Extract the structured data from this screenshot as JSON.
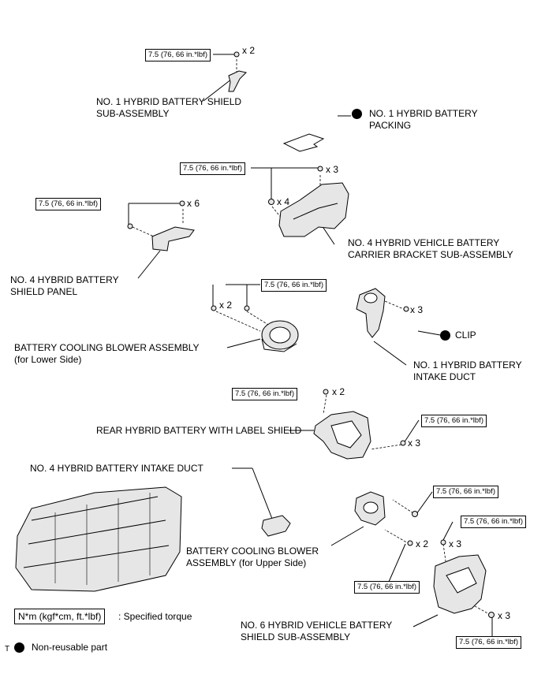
{
  "torque": "7.5 (76, 66 in.*lbf)",
  "quantities": {
    "x2": "x 2",
    "x3": "x 3",
    "x4": "x 4",
    "x6": "x 6"
  },
  "parts": {
    "shield_sub": "NO. 1 HYBRID BATTERY SHIELD\nSUB-ASSEMBLY",
    "packing": "NO. 1 HYBRID BATTERY\nPACKING",
    "carrier_bracket": "NO. 4 HYBRID VEHICLE BATTERY\nCARRIER BRACKET SUB-ASSEMBLY",
    "shield_panel": "NO. 4 HYBRID BATTERY\nSHIELD PANEL",
    "blower_lower": "BATTERY COOLING BLOWER ASSEMBLY\n(for Lower Side)",
    "clip": "CLIP",
    "intake_duct_1": "NO. 1 HYBRID BATTERY\nINTAKE DUCT",
    "rear_label_shield": "REAR HYBRID BATTERY WITH LABEL SHIELD",
    "intake_duct_4": "NO. 4 HYBRID BATTERY INTAKE DUCT",
    "blower_upper": "BATTERY COOLING BLOWER\nASSEMBLY (for Upper Side)",
    "shield_sub_6": "NO. 6 HYBRID VEHICLE BATTERY\nSHIELD SUB-ASSEMBLY"
  },
  "legend": {
    "torque_box": "N*m (kgf*cm, ft.*lbf)",
    "torque_text": ": Specified torque",
    "t_mark": "T",
    "nonreusable": "Non-reusable part"
  },
  "colors": {
    "ink": "#000000",
    "paper": "#ffffff",
    "part_fill": "#e6e6e6"
  }
}
